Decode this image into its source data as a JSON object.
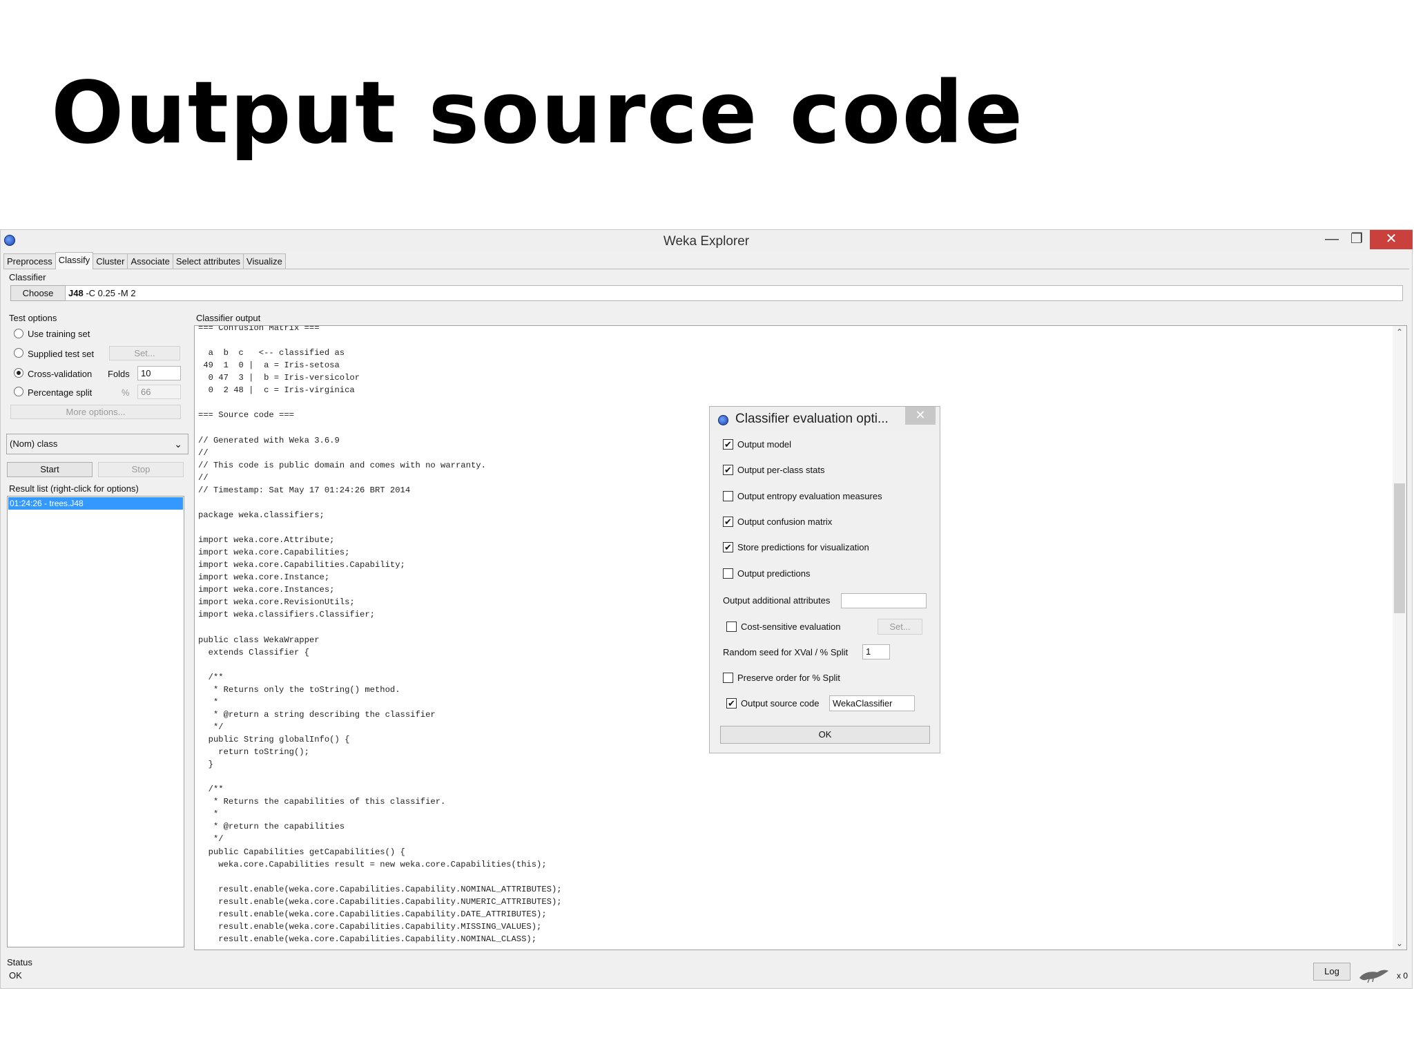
{
  "slide": {
    "title": "Output source code"
  },
  "window": {
    "title": "Weka Explorer",
    "minimize": "—",
    "maximize": "❐",
    "close": "✕"
  },
  "tabs": [
    "Preprocess",
    "Classify",
    "Cluster",
    "Associate",
    "Select attributes",
    "Visualize"
  ],
  "classifier": {
    "section_label": "Classifier",
    "choose_label": "Choose",
    "name": "J48",
    "options": " -C 0.25 -M 2"
  },
  "test_options": {
    "section_label": "Test options",
    "use_training_set": "Use training set",
    "supplied_test_set": "Supplied test set",
    "set_button": "Set...",
    "cross_validation": "Cross-validation",
    "folds_label": "Folds",
    "folds_value": "10",
    "percentage_split": "Percentage split",
    "percent_label": "%",
    "percent_value": "66",
    "more_options": "More options...",
    "selected": "cross_validation"
  },
  "class_select": {
    "value": "(Nom) class"
  },
  "run": {
    "start": "Start",
    "stop": "Stop"
  },
  "result_list": {
    "label": "Result list (right-click for options)",
    "items": [
      "01:24:26 - trees.J48"
    ]
  },
  "output": {
    "label": "Classifier output",
    "lines": [
      "=== Confusion Matrix ===",
      "",
      "  a  b  c   <-- classified as",
      " 49  1  0 |  a = Iris-setosa",
      "  0 47  3 |  b = Iris-versicolor",
      "  0  2 48 |  c = Iris-virginica",
      "",
      "=== Source code ===",
      "",
      "// Generated with Weka 3.6.9",
      "//",
      "// This code is public domain and comes with no warranty.",
      "//",
      "// Timestamp: Sat May 17 01:24:26 BRT 2014",
      "",
      "package weka.classifiers;",
      "",
      "import weka.core.Attribute;",
      "import weka.core.Capabilities;",
      "import weka.core.Capabilities.Capability;",
      "import weka.core.Instance;",
      "import weka.core.Instances;",
      "import weka.core.RevisionUtils;",
      "import weka.classifiers.Classifier;",
      "",
      "public class WekaWrapper",
      "  extends Classifier {",
      "",
      "  /**",
      "   * Returns only the toString() method.",
      "   *",
      "   * @return a string describing the classifier",
      "   */",
      "  public String globalInfo() {",
      "    return toString();",
      "  }",
      "",
      "  /**",
      "   * Returns the capabilities of this classifier.",
      "   *",
      "   * @return the capabilities",
      "   */",
      "  public Capabilities getCapabilities() {",
      "    weka.core.Capabilities result = new weka.core.Capabilities(this);",
      "",
      "    result.enable(weka.core.Capabilities.Capability.NOMINAL_ATTRIBUTES);",
      "    result.enable(weka.core.Capabilities.Capability.NUMERIC_ATTRIBUTES);",
      "    result.enable(weka.core.Capabilities.Capability.DATE_ATTRIBUTES);",
      "    result.enable(weka.core.Capabilities.Capability.MISSING_VALUES);",
      "    result.enable(weka.core.Capabilities.Capability.NOMINAL_CLASS);"
    ]
  },
  "dialog": {
    "title": "Classifier evaluation opti...",
    "close": "✕",
    "options": [
      {
        "label": "Output model",
        "checked": true
      },
      {
        "label": "Output per-class stats",
        "checked": true
      },
      {
        "label": "Output entropy evaluation measures",
        "checked": false
      },
      {
        "label": "Output confusion matrix",
        "checked": true
      },
      {
        "label": "Store predictions for visualization",
        "checked": true
      },
      {
        "label": "Output predictions",
        "checked": false
      }
    ],
    "additional_attributes_label": "Output additional attributes",
    "additional_attributes_value": "",
    "cost_sensitive_label": "Cost-sensitive evaluation",
    "cost_sensitive_checked": false,
    "cost_set_button": "Set...",
    "seed_label": "Random seed for XVal / % Split",
    "seed_value": "1",
    "preserve_order_label": "Preserve order for % Split",
    "preserve_order_checked": false,
    "source_code_label": "Output source code",
    "source_code_checked": true,
    "source_code_value": "WekaClassifier",
    "ok_button": "OK"
  },
  "status": {
    "label": "Status",
    "message": "OK",
    "log_button": "Log",
    "count": "x 0"
  }
}
